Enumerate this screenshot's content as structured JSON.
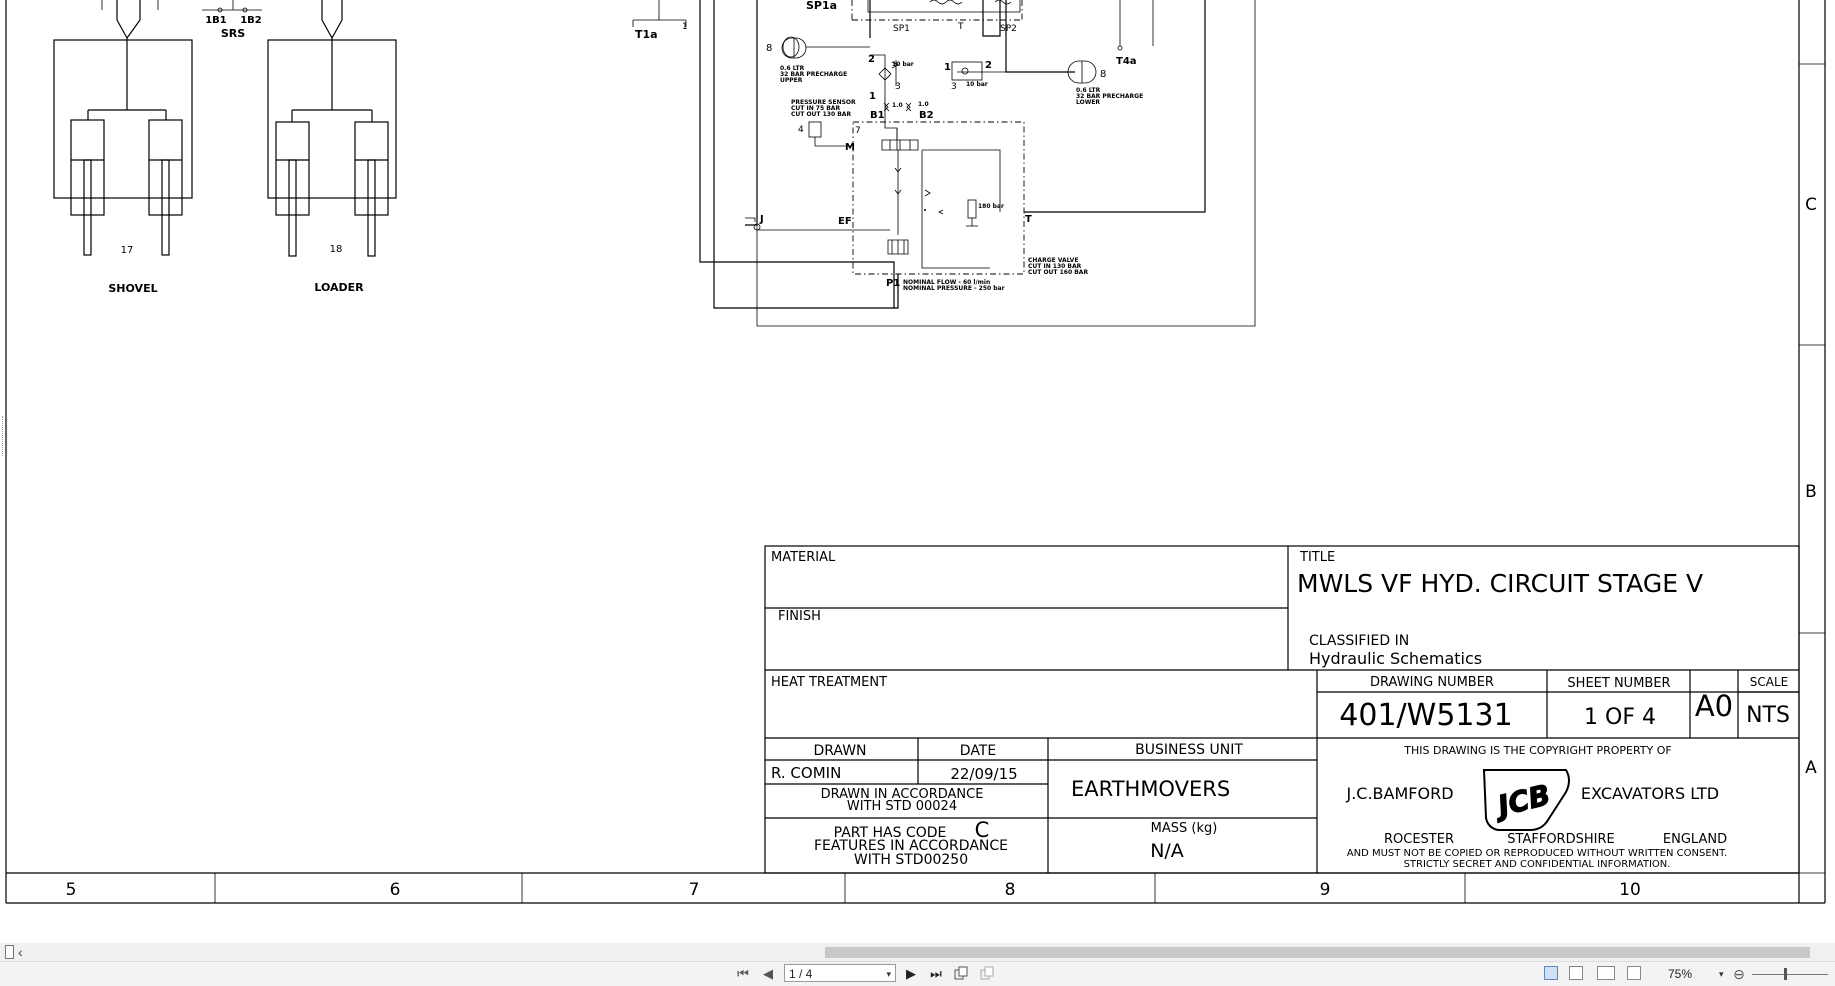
{
  "drawing": {
    "actuators": {
      "shovel_label": "SHOVEL",
      "loader_label": "LOADER",
      "shovel_num": "17",
      "loader_num": "18",
      "srs_label": "SRS",
      "srs_ports": [
        "1B1",
        "1B2"
      ]
    },
    "schematic": {
      "t1a": "T1a",
      "sp1a": "SP1a",
      "sp1": "SP1",
      "sp2": "SP2",
      "t_top": "T",
      "t4a": "T4a",
      "acc_left_num": "8",
      "acc_left_note": [
        "0.6 LTR",
        "32 BAR PRECHARGE",
        "UPPER"
      ],
      "acc_right_num": "8",
      "acc_right_note": [
        "0.6 LTR",
        "32 BAR PRECHARGE",
        "LOWER"
      ],
      "port_2": "2",
      "port_2b": "2",
      "port_1": "1",
      "port_1b": "1",
      "port_3": "3",
      "port_3b": "3",
      "bar_10a": "10 bar",
      "bar_10b": "10 bar",
      "b1": "B1",
      "b2": "B2",
      "orifice_a": "1.0",
      "orifice_b": "1.0",
      "sensor_note": [
        "PRESSURE SENSOR",
        "CUT IN 75 BAR",
        "CUT OUT 130 BAR"
      ],
      "sensor_num": "4",
      "m_port": "M",
      "seven": "7",
      "j_port": "J",
      "ef": "EF",
      "t_right": "T",
      "relief": "180 bar",
      "p1": "P1",
      "pump_note": [
        "NOMINAL FLOW - 60 l/min",
        "NOMINAL PRESSURE - 250 bar"
      ],
      "charge_note": [
        "CHARGE VALVE",
        "CUT IN 130 BAR",
        "CUT OUT 160 BAR"
      ]
    },
    "border": {
      "columns": [
        "5",
        "6",
        "7",
        "8",
        "9",
        "10"
      ],
      "rows": [
        "C",
        "B",
        "A"
      ]
    },
    "title_block": {
      "material_label": "MATERIAL",
      "finish_label": "FINISH",
      "heat_label": "HEAT TREATMENT",
      "title_label": "TITLE",
      "title": "MWLS VF HYD. CIRCUIT STAGE V",
      "classified_label": "CLASSIFIED IN",
      "classified": "Hydraulic Schematics",
      "drawing_number_label": "DRAWING NUMBER",
      "drawing_number": "401/W5131",
      "sheet_number_label": "SHEET NUMBER",
      "sheet_number": "1 OF 4",
      "size": "A0",
      "scale_label": "SCALE",
      "scale": "NTS",
      "drawn_label": "DRAWN",
      "date_label": "DATE",
      "drawn_by": "R. COMIN",
      "date": "22/09/15",
      "business_unit_label": "BUSINESS UNIT",
      "business_unit": "EARTHMOVERS",
      "std_note_1": "DRAWN IN ACCORDANCE",
      "std_note_2": "WITH STD 00024",
      "part_code_1": "PART HAS CODE",
      "part_code_letter": "C",
      "part_code_2": "FEATURES IN ACCORDANCE",
      "part_code_3": "WITH STD00250",
      "mass_label": "MASS (kg)",
      "mass": "N/A",
      "copyright": "THIS DRAWING IS THE COPYRIGHT PROPERTY OF",
      "company_left": "J.C.BAMFORD",
      "company_right": "EXCAVATORS LTD",
      "logo_text": "JCB",
      "location": [
        "ROCESTER",
        "STAFFORDSHIRE",
        "ENGLAND"
      ],
      "legal_1": "AND MUST NOT BE COPIED OR REPRODUCED WITHOUT WRITTEN CONSENT.",
      "legal_2": "STRICTLY SECRET AND CONFIDENTIAL INFORMATION."
    }
  },
  "viewer": {
    "scroll_left_glyph": "‹",
    "page_field": "1 / 4",
    "dropdown_glyph": "▾",
    "nav": {
      "first": "⏮",
      "prev": "◀",
      "next": "▶",
      "last": "⏭"
    },
    "zoom": "75%",
    "zoom_minus": "⊖"
  }
}
